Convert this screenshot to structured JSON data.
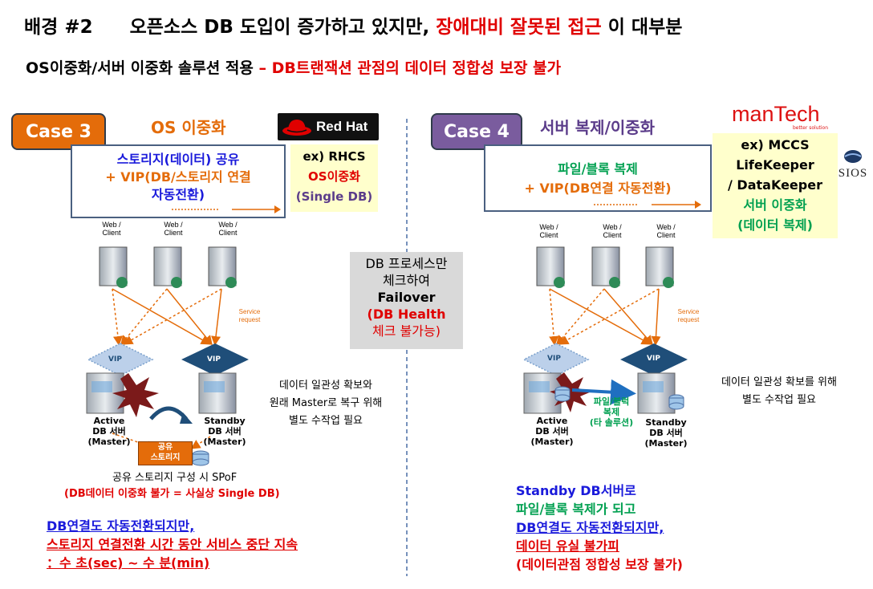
{
  "title": {
    "prefix": "배경 #2",
    "main": "오픈소스 DB 도입이 증가하고 있지만,",
    "highlight": "장애대비 잘못된 접근",
    "suffix": "이 대부분"
  },
  "subtitle": {
    "main": "OS이중화/서버 이중화 솔루션 적용",
    "highlight": "– DB트랜잭션 관점의 데이터 정합성 보장 불가"
  },
  "case3": {
    "badge": "Case 3",
    "heading": "OS 이중화",
    "logo_text": "Red Hat",
    "box_line1": "스토리지(데이터) 공유",
    "box_line2_plus": "+ VIP(DB/스토리지 연결",
    "box_line3": "자동전환)",
    "ex_line1": "ex) RHCS",
    "ex_line2": "OS이중화",
    "ex_line3": "(Single DB)",
    "web_client": [
      "Web / Client",
      "Web / Client",
      "Web / Client"
    ],
    "service_request": "Service request",
    "vip": "VIP",
    "active_label": "Active",
    "active_server": "DB 서버",
    "active_role": "(Master)",
    "standby_label": "Standby",
    "standby_server": "DB 서버",
    "standby_role": "(Master)",
    "shared_storage_1": "공유",
    "shared_storage_2": "스토리지",
    "note_line1": "데이터 일관성 확보와",
    "note_line2": "원래 Master로 복구 위해",
    "note_line3": "별도 수작업 필요",
    "spof": "공유 스토리지 구성 시 SPoF",
    "spof_red": "(DB데이터 이중화 불가 = 사실상 Single DB)",
    "bottom_line1": "DB연결도 자동전환되지만,",
    "bottom_line2": "스토리지 연결전환 시간 동안 서비스 중단 지속",
    "bottom_line3": "：수 초(sec) ~ 수 분(min)"
  },
  "center": {
    "line1": "DB 프로세스만",
    "line2": "체크하여",
    "line3": "Failover",
    "line4": "(DB Health",
    "line5": "체크 불가능)"
  },
  "case4": {
    "badge": "Case 4",
    "heading": "서버 복제/이중화",
    "logo_text": "manTech",
    "logo_sub": "better solution",
    "sios": "SIOS",
    "box_line1": "파일/블록 복제",
    "box_line2": "+ VIP(DB연결 자동전환)",
    "ex_line1": "ex) MCCS",
    "ex_line2": "LifeKeeper",
    "ex_line3": "/ DataKeeper",
    "ex_line4": "서버 이중화",
    "ex_line5": "(데이터 복제)",
    "web_client": [
      "Web / Client",
      "Web / Client",
      "Web / Client"
    ],
    "service_request": "Service request",
    "vip": "VIP",
    "replication_1": "파일/블럭",
    "replication_2": "복제",
    "replication_3": "(타 솔루션)",
    "active_label": "Active",
    "active_server": "DB 서버",
    "active_role": "(Master)",
    "standby_label": "Standby",
    "standby_server": "DB 서버",
    "standby_role": "(Master)",
    "note_line1": "데이터 일관성 확보를 위해",
    "note_line2": "별도 수작업 필요",
    "bottom_line1": "Standby DB서버로",
    "bottom_line2": "파일/블록 복제가 되고",
    "bottom_line3": "DB연결도 자동전환되지만,",
    "bottom_line4": "데이터 유실 불가피",
    "bottom_line5": "(데이터관점 정합성 보장 불가)"
  },
  "colors": {
    "case3_badge": "#e46c0a",
    "case4_badge": "#7a5c9e",
    "accent_red": "#e00000",
    "accent_blue": "#1a1adb",
    "accent_green": "#00a050",
    "vip_diamond": "#1f4e79"
  }
}
